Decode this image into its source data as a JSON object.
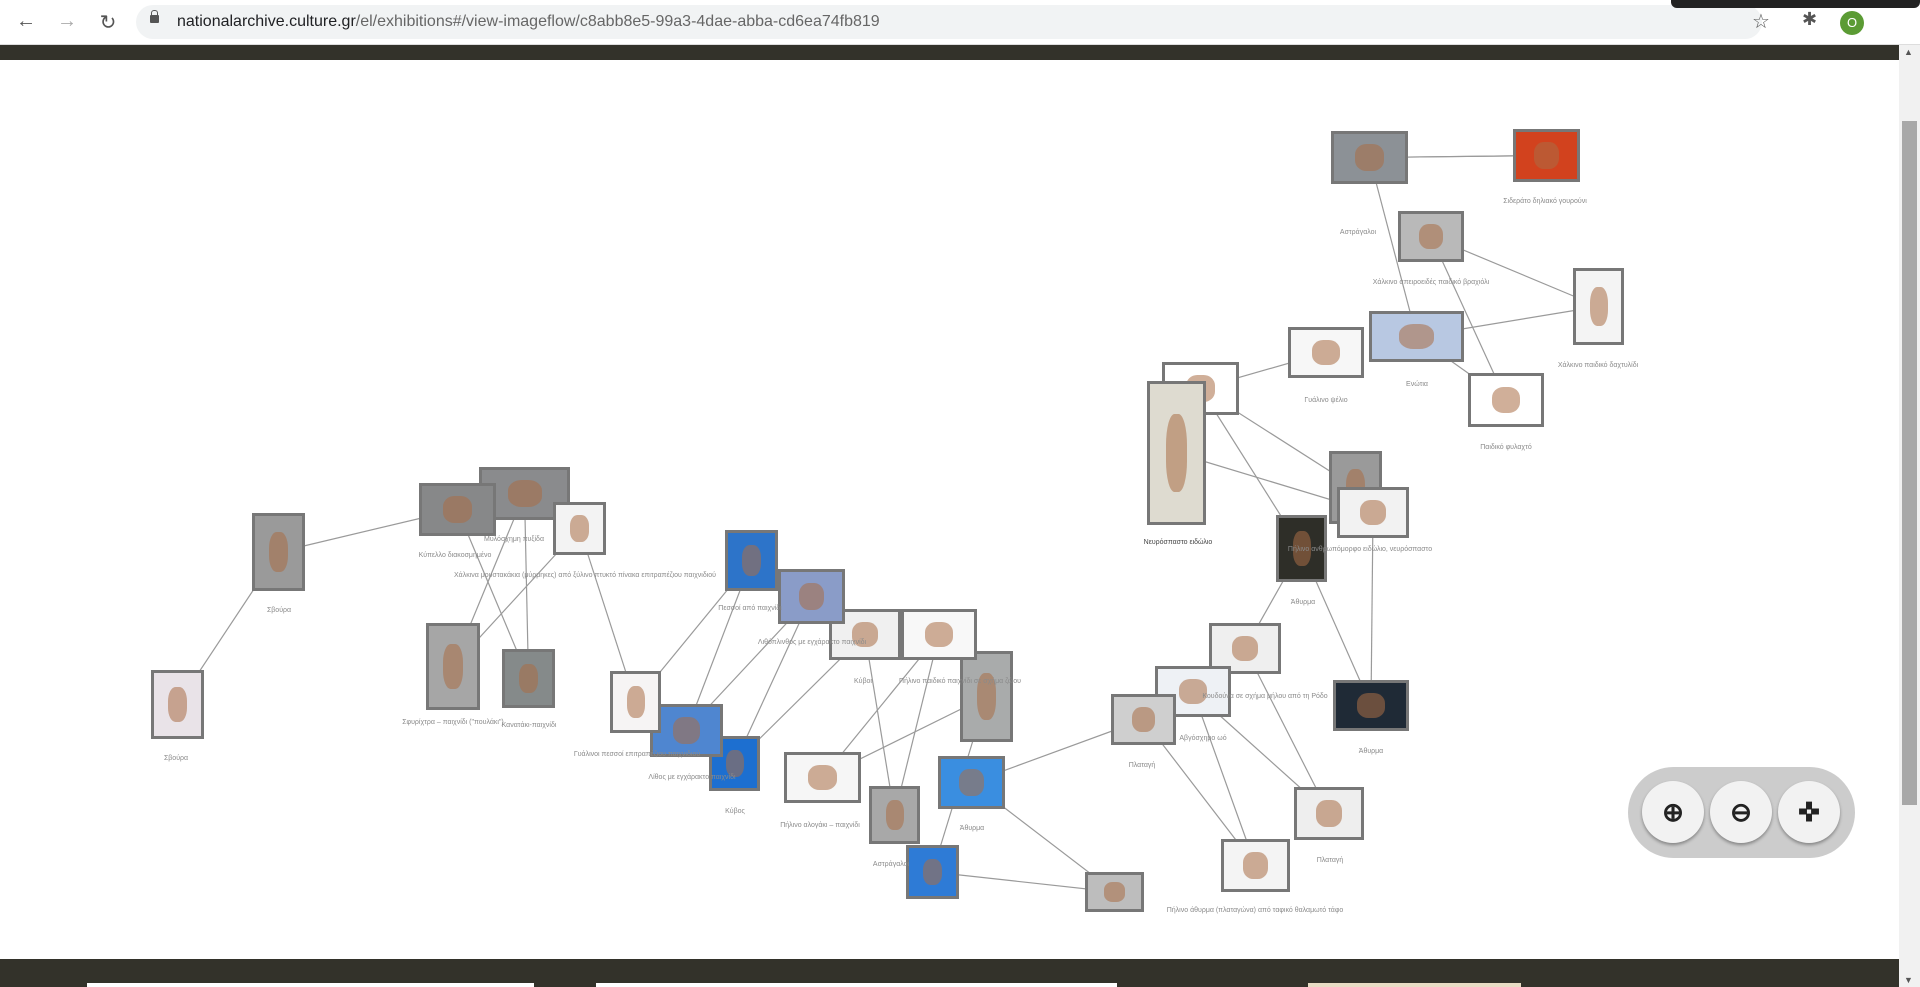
{
  "browser": {
    "url_domain": "nationalarchive.culture.gr",
    "url_path": "/el/exhibitions#/view-imageflow/c8abb8e5-99a3-4dae-abba-cd6ea74fb819",
    "profile_initial": "O"
  },
  "graph": {
    "nodes": [
      {
        "id": "n1",
        "label": "Αστράγαλοι",
        "color": "#8c9196"
      },
      {
        "id": "n2",
        "label": "Σιδεράτο δηλιακό γουρούνι",
        "color": "#d2421e"
      },
      {
        "id": "n3",
        "label": "Χάλκινο σπειροειδές παιδικό βραχιόλι",
        "color": "#b9b9b9"
      },
      {
        "id": "n4",
        "label": "Χάλκινο παιδικό δαχτυλίδι",
        "color": "#f4f4f4"
      },
      {
        "id": "n5",
        "label": "Ενώτια",
        "color": "#b8c8e2"
      },
      {
        "id": "n6",
        "label": "Γυάλινο ψέλιο",
        "color": "#f7f7f7"
      },
      {
        "id": "n7",
        "label": "Παιδικό φυλαχτό",
        "color": "#ffffff"
      },
      {
        "id": "n8",
        "label": "",
        "color": "#ffffff"
      },
      {
        "id": "n9",
        "label": "Νευρόσπαστο ειδώλιο",
        "color": "#dedbd0"
      },
      {
        "id": "n10",
        "label": "",
        "color": "#9a9a9a"
      },
      {
        "id": "n11",
        "label": "Πήλινο ανθρωπόμορφο ειδώλιο, νευρόσπαστο",
        "color": "#f2f2f2"
      },
      {
        "id": "n12",
        "label": "Άθυρμα",
        "color": "#2e2e28"
      },
      {
        "id": "n13",
        "label": "Άθυρμα",
        "color": "#1f2a36"
      },
      {
        "id": "n14",
        "label": "Κουδούνα σε σχήμα μήλου από τη Ρόδο",
        "color": "#efefef"
      },
      {
        "id": "n15",
        "label": "Αβγόσχημο ωό",
        "color": "#eef1f5"
      },
      {
        "id": "n16",
        "label": "Πλαταγή",
        "color": "#cfcfcf"
      },
      {
        "id": "n17",
        "label": "Πλαταγή",
        "color": "#eeeeee"
      },
      {
        "id": "n18",
        "label": "Πήλινο άθυρμα (πλαταγώνα) από ταφικό θαλαμωτό τάφο",
        "color": "#f4f4f4"
      },
      {
        "id": "n19",
        "label": "",
        "color": "#bdbdbd"
      },
      {
        "id": "n20",
        "label": "",
        "color": "#2e7bd6"
      },
      {
        "id": "n21",
        "label": "Άθυρμα",
        "color": "#3a8ee0"
      },
      {
        "id": "n22",
        "label": "Αστράγαλοι",
        "color": "#a8a8a8"
      },
      {
        "id": "n23",
        "label": "Πήλινο αλογάκι – παιχνίδι",
        "color": "#f6f6f6"
      },
      {
        "id": "n24",
        "label": "",
        "color": "#a9abab"
      },
      {
        "id": "n25",
        "label": "Πήλινο παιδικό παιχνίδι σε σχήμα ζώου",
        "color": "#f8f8f8"
      },
      {
        "id": "n26",
        "label": "Κύβοι",
        "color": "#f0f0f0"
      },
      {
        "id": "n27",
        "label": "Λιθόπλινθος με εγχάρακτο παιχνίδι",
        "color": "#8a9cc8"
      },
      {
        "id": "n28",
        "label": "Πεσσοί από παιχνίδι",
        "color": "#2d74c9"
      },
      {
        "id": "n29",
        "label": "Κύβος",
        "color": "#1d6fd0"
      },
      {
        "id": "n30",
        "label": "Λίθος με εγχάρακτο παιχνίδι",
        "color": "#4f86d0"
      },
      {
        "id": "n31",
        "label": "Γυάλινοι πεσσοί επιτραπέζιου παιχνιδιού",
        "color": "#f6f4f4"
      },
      {
        "id": "n32",
        "label": "Μυλόσχημη πυξίδα",
        "color": "#8a8b8d"
      },
      {
        "id": "n33",
        "label": "Κύπελλο διακοσμημένο",
        "color": "#878889"
      },
      {
        "id": "n34",
        "label": "Χάλκινα μουστακάκια (μύρμηκες) από ξύλινο πτυκτό πίνακα επιτραπέζιου παιχνιδιού",
        "color": "#f3f3f3"
      },
      {
        "id": "n35",
        "label": "Σφυρίχτρα – παιχνίδι (\"πουλάκι\")",
        "color": "#a6a6a6"
      },
      {
        "id": "n36",
        "label": "Κανατάκι-παιχνίδι",
        "color": "#858a8a"
      },
      {
        "id": "n37",
        "label": "Σβούρα",
        "color": "#9a9a9a"
      },
      {
        "id": "n38",
        "label": "Σβούρα",
        "color": "#e9e3e8"
      }
    ],
    "edges": [
      [
        "n2",
        "n1"
      ],
      [
        "n1",
        "n2"
      ],
      [
        "n1",
        "n5"
      ],
      [
        "n4",
        "n3"
      ],
      [
        "n5",
        "n4"
      ],
      [
        "n3",
        "n7"
      ],
      [
        "n5",
        "n7"
      ],
      [
        "n8",
        "n6"
      ],
      [
        "n8",
        "n10"
      ],
      [
        "n9",
        "n11"
      ],
      [
        "n8",
        "n12"
      ],
      [
        "n12",
        "n13"
      ],
      [
        "n13",
        "n11"
      ],
      [
        "n12",
        "n14"
      ],
      [
        "n14",
        "n17"
      ],
      [
        "n15",
        "n18"
      ],
      [
        "n16",
        "n21"
      ],
      [
        "n16",
        "n18"
      ],
      [
        "n17",
        "n15"
      ],
      [
        "n21",
        "n19"
      ],
      [
        "n19",
        "n20"
      ],
      [
        "n20",
        "n24"
      ],
      [
        "n24",
        "n23"
      ],
      [
        "n22",
        "n26"
      ],
      [
        "n25",
        "n22"
      ],
      [
        "n25",
        "n23"
      ],
      [
        "n28",
        "n30"
      ],
      [
        "n31",
        "n28"
      ],
      [
        "n27",
        "n29"
      ],
      [
        "n27",
        "n30"
      ],
      [
        "n29",
        "n26"
      ],
      [
        "n31",
        "n34"
      ],
      [
        "n33",
        "n36"
      ],
      [
        "n32",
        "n35"
      ],
      [
        "n32",
        "n36"
      ],
      [
        "n34",
        "n35"
      ],
      [
        "n33",
        "n37"
      ],
      [
        "n37",
        "n38"
      ]
    ]
  },
  "zoom_controls": {
    "zoom_in": "zoom-in-icon",
    "zoom_out": "zoom-out-icon",
    "recenter": "crosshair-icon"
  }
}
